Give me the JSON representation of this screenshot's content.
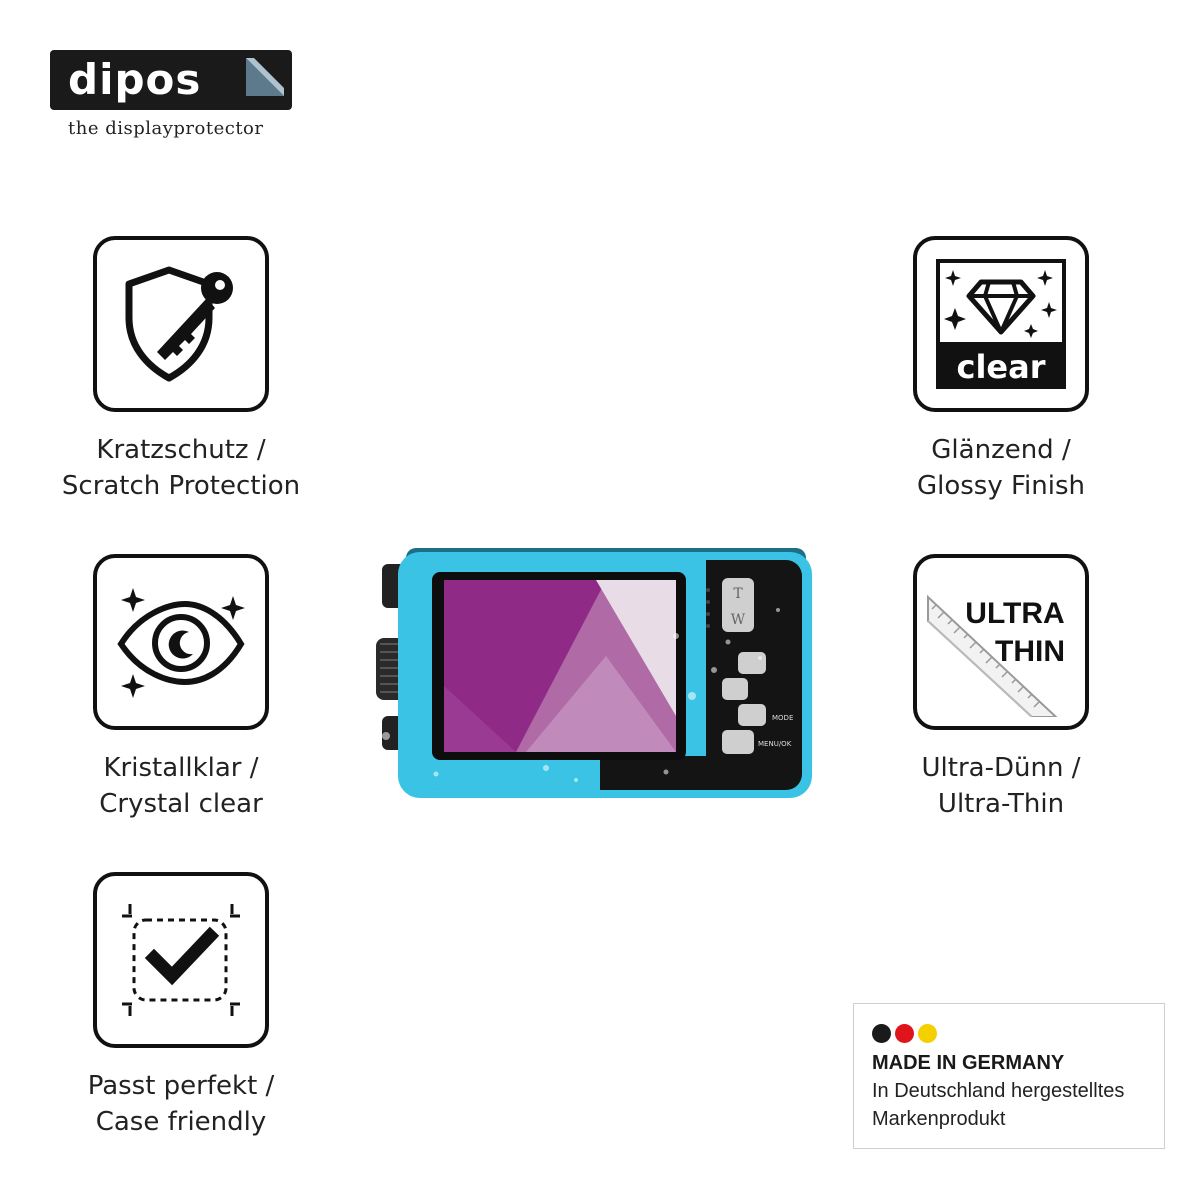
{
  "brand": {
    "logo_text": "dipos",
    "tagline": "the displayprotector"
  },
  "features": [
    {
      "icon": "shield-key-icon",
      "line1": "Kratzschutz /",
      "line2": "Scratch Protection"
    },
    {
      "icon": "eye-sparkle-icon",
      "line1": "Kristallklar /",
      "line2": "Crystal clear"
    },
    {
      "icon": "frame-check-icon",
      "line1": "Passt perfekt /",
      "line2": "Case friendly"
    },
    {
      "icon": "diamond-clear-icon",
      "label": "clear",
      "line1": "Glänzend /",
      "line2": "Glossy Finish"
    },
    {
      "icon": "ruler-icon",
      "label_line1": "ULTRA",
      "label_line2": "THIN",
      "line1": "Ultra-Dünn /",
      "line2": "Ultra-Thin"
    }
  ],
  "camera": {
    "zoom_t": "T",
    "zoom_w": "W",
    "mode_label": "MODE",
    "menu_label": "MENU/OK"
  },
  "made_in": {
    "title": "MADE IN GERMANY",
    "line1": "In Deutschland hergestelltes",
    "line2": "Markenprodukt",
    "flag_colors": [
      "#1a1a1a",
      "#e0141b",
      "#f5d000"
    ]
  },
  "colors": {
    "camera_body": "#3ac3e4",
    "screen_magenta": "#8f2b87"
  }
}
